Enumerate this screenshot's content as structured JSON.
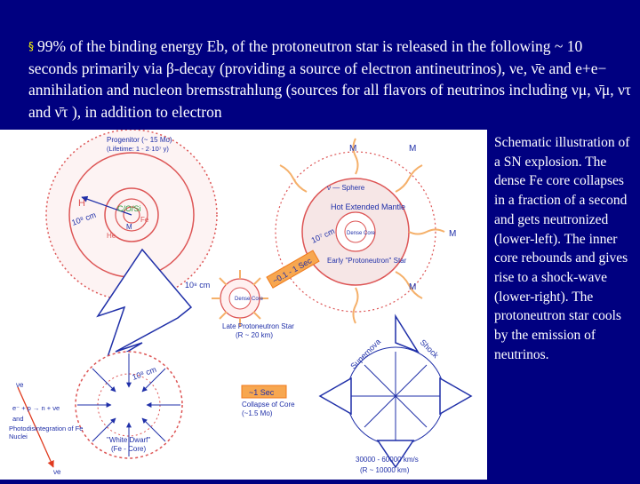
{
  "paragraph": {
    "bullet": "§",
    "text": "99% of the binding energy Eb, of the protoneutron star is released in the following ~ 10 seconds primarily via β-decay (providing a source of electron antineutrinos), νe, ν̄e and e+e− annihilation and nucleon bremsstrahlung (sources for all flavors of neutrinos including νμ, ν̄μ, ντ and ν̄τ ), in addition to electron"
  },
  "caption": "Schematic illustration of a SN explosion. The dense Fe core collapses in a fraction of a second and gets neutronized (lower-left). The inner core rebounds and gives rise to a shock-wave (lower-right). The protoneutron star cools by the emission of neutrinos.",
  "figure": {
    "progenitor": "Progenitor (~ 15 Mo)",
    "lifetime": "(Lifetime: 1 - 2·10⁷ y)",
    "h": "H",
    "c_o_si": "C/O/Si",
    "fe": "Fe",
    "he": "He",
    "m": "M",
    "radius_progenitor": "10⁸ cm",
    "radius_neutron": "10⁸ cm",
    "nu_sphere": "ν — Sphere",
    "hot_mantle": "Hot Extended Mantle",
    "dense_core": "Dense Core",
    "early_pns": "Early \"Protoneutron\" Star",
    "radius_pns": "10⁷ cm",
    "time_pns": "~0.1 - 1 Sec",
    "late_pns": "Late Protoneutron Star",
    "late_pns_radius": "(R ~ 20 km)",
    "dense_core_small": "Dense Core",
    "collapse_time": "~1 Sec",
    "collapse_label": "Collapse of Core (~1.5 Mo)",
    "white_dwarf": "\"White Dwarf\"",
    "fe_core": "(Fe - Core)",
    "shock_speed": "30000 - 60000 km/s",
    "shock_radius": "(R ~ 10000 km)",
    "supernova": "Supernova",
    "shock": "Shock",
    "nu_e": "νe",
    "reaction": "e⁻ + p → n + νe",
    "and": "and",
    "photodis": "Photodisintegration of Fe Nuclei"
  },
  "colors": {
    "background": "#000080",
    "text": "#ffffff",
    "bullet": "#ffff00",
    "figure_red": "#e03a1e",
    "figure_blue": "#1f2fa8",
    "arrow_orange": "#f5b06a",
    "label_orange": "#f07a1a"
  }
}
